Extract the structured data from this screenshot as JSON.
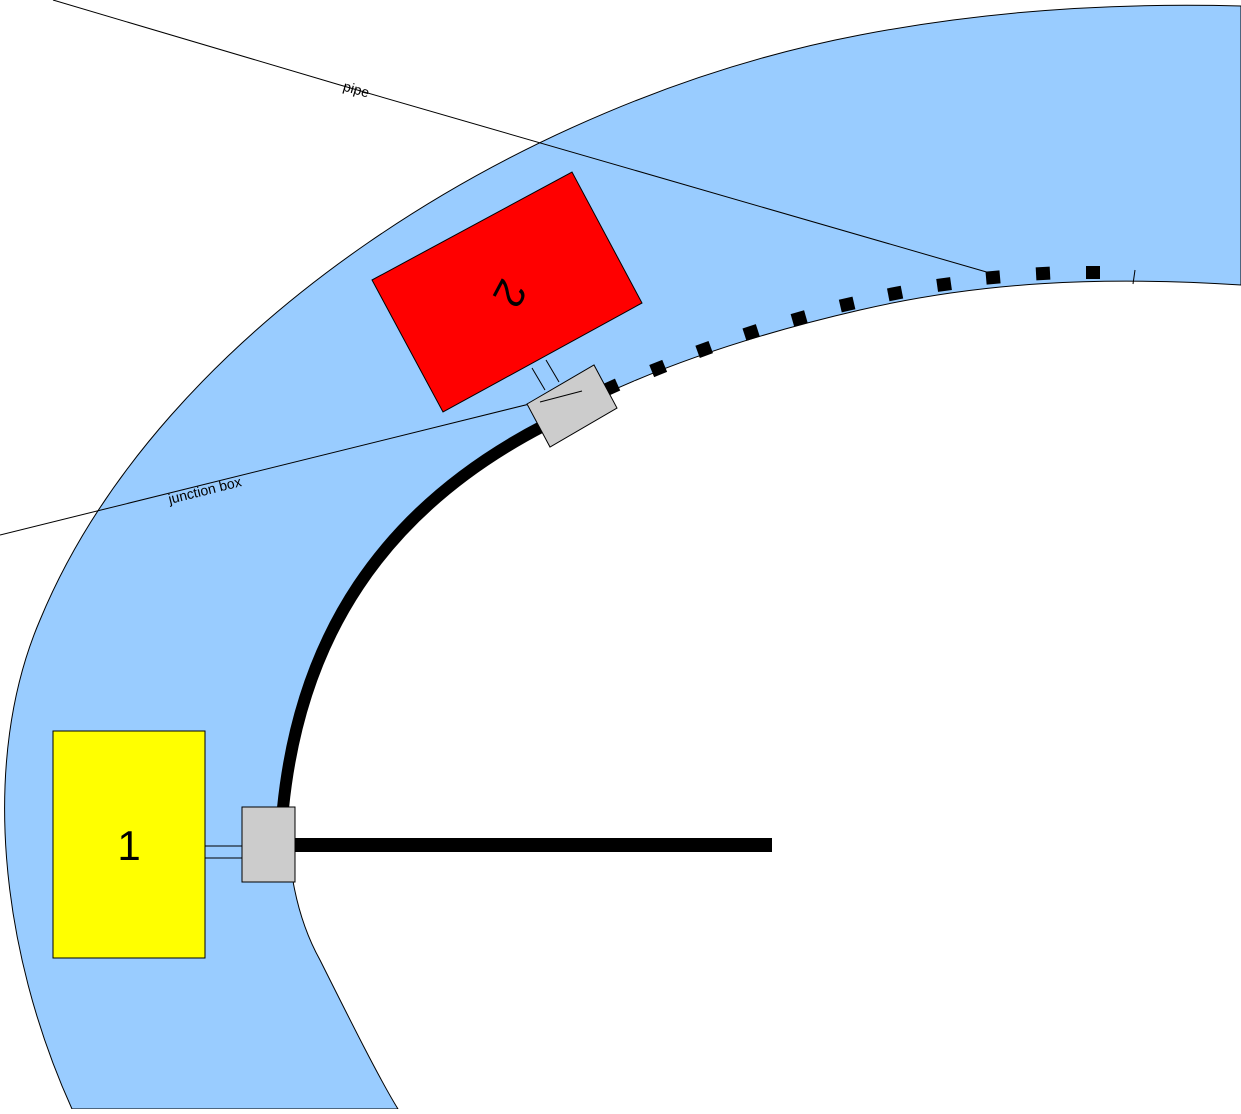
{
  "diagram": {
    "colors": {
      "ring_fill": "#99ccff",
      "box_1_fill": "#ffff00",
      "box_2_fill": "#ff0000",
      "junction_fill": "#cccccc",
      "line_color": "#000000"
    },
    "labels": {
      "pipe": "pipe",
      "junction_box": "junction box",
      "box_1": "1",
      "box_2": "2"
    }
  }
}
